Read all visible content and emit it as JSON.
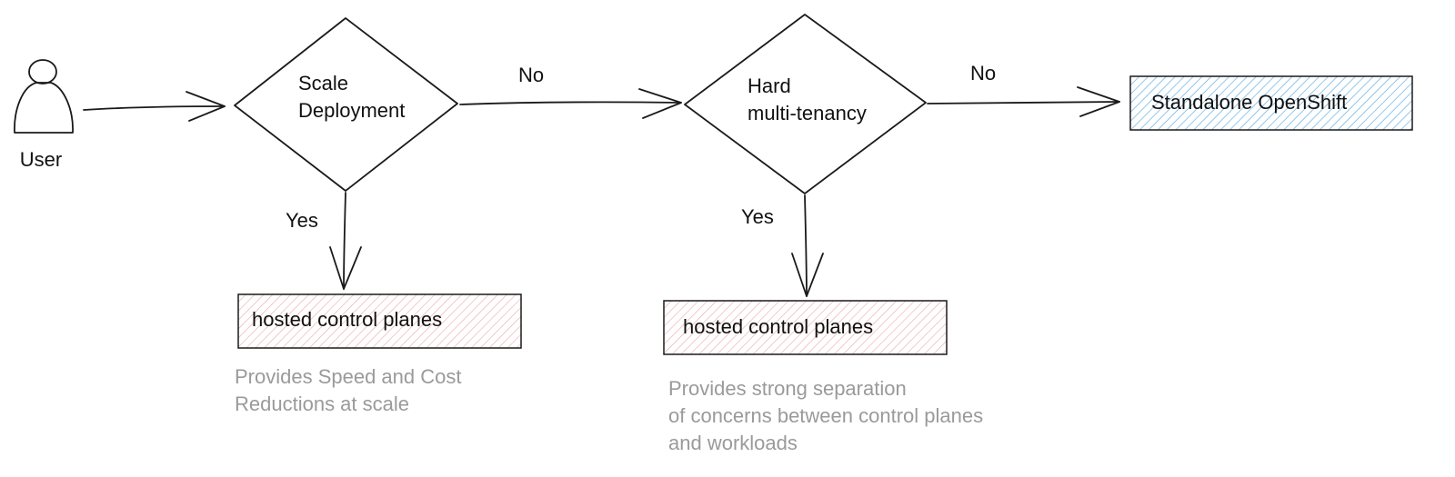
{
  "actor": {
    "label": "User"
  },
  "decisions": [
    {
      "lines": [
        "Scale",
        "Deployment"
      ],
      "yes_label": "Yes",
      "no_label": "No"
    },
    {
      "lines": [
        "Hard",
        "multi-tenancy"
      ],
      "yes_label": "Yes",
      "no_label": "No"
    }
  ],
  "outcomes": [
    {
      "label": "hosted control planes",
      "note": [
        "Provides Speed and Cost",
        "Reductions at scale"
      ],
      "color": "#e8a0a8"
    },
    {
      "label": "hosted control planes",
      "note": [
        "Provides strong separation",
        "of concerns between control planes",
        "and workloads"
      ],
      "color": "#e8a0a8"
    },
    {
      "label": "Standalone OpenShift",
      "color": "#5aa9e0"
    }
  ],
  "colors": {
    "diamond_hatch": "#b9bfcc",
    "user_hatch": "#a9b6cc"
  }
}
